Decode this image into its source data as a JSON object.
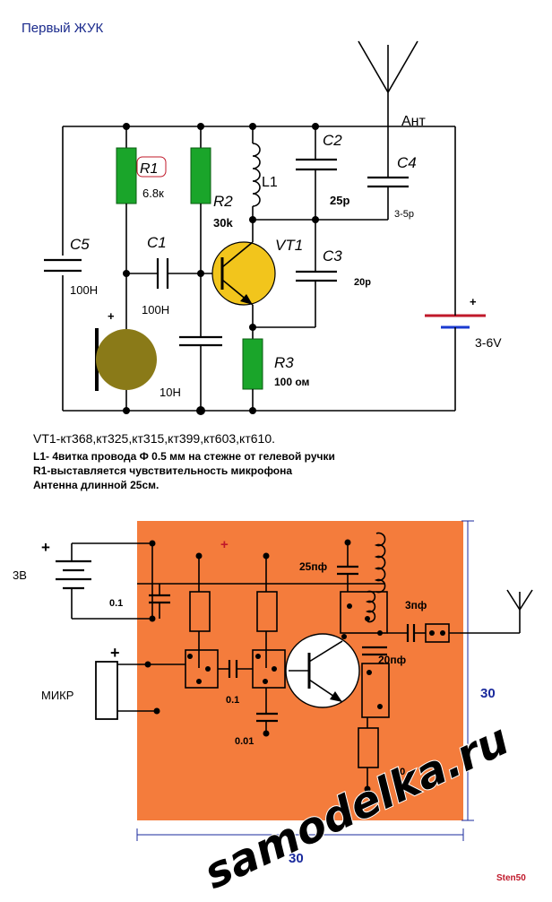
{
  "title": "Первый ЖУК",
  "schematic": {
    "antenna_label": "Ант",
    "r1_name": "R1",
    "r1_value": "6.8к",
    "r2_name": "R2",
    "r2_value": "30k",
    "r3_name": "R3",
    "r3_value": "100 ом",
    "l1_name": "L1",
    "c1_name": "C1",
    "c1_value": "100Н",
    "c2_name": "C2",
    "c2_value": "25р",
    "c3_name": "C3",
    "c3_value": "20р",
    "c4_name": "C4",
    "c4_value": "3-5р",
    "c5_name": "C5",
    "c5_value": "100Н",
    "c6_value": "10Н",
    "vt1_name": "VT1",
    "battery_plus": "+",
    "battery_value": "3-6V",
    "mic_plus": "+"
  },
  "notes": {
    "transistors": "VT1-кт368,кт325,кт315,кт399,кт603,кт610.",
    "coil": "L1- 4витка провода Ф 0.5 мм на стежне от гелевой ручки",
    "r1": "R1-выставляется чувствительность микрофона",
    "antenna": "Антенна длинной 25см."
  },
  "board": {
    "supply_label": "3В",
    "supply_plus": "+",
    "red_plus": "+",
    "mic_label": "МИКР",
    "mic_plus": "+",
    "c_left_value": "0.1",
    "c_couple_value": "0.1",
    "c_base_value": "0.01",
    "c_coil_value": "25пф",
    "c_ant_value": "3пф",
    "c_fb_value": "20пф",
    "r_emitter_value": "60",
    "dim_right": "30",
    "dim_bottom": "30"
  },
  "watermark": "samodelka.ru",
  "author": "Sten50",
  "colors": {
    "title": "#1a2a8c",
    "resistor": "#1aa52a",
    "microphone": "#8a7a18",
    "board": "#f47c3c",
    "battery_plus": "#c0182a",
    "battery_minus": "#1a3ad0",
    "dimension": "#1a2a9c"
  }
}
